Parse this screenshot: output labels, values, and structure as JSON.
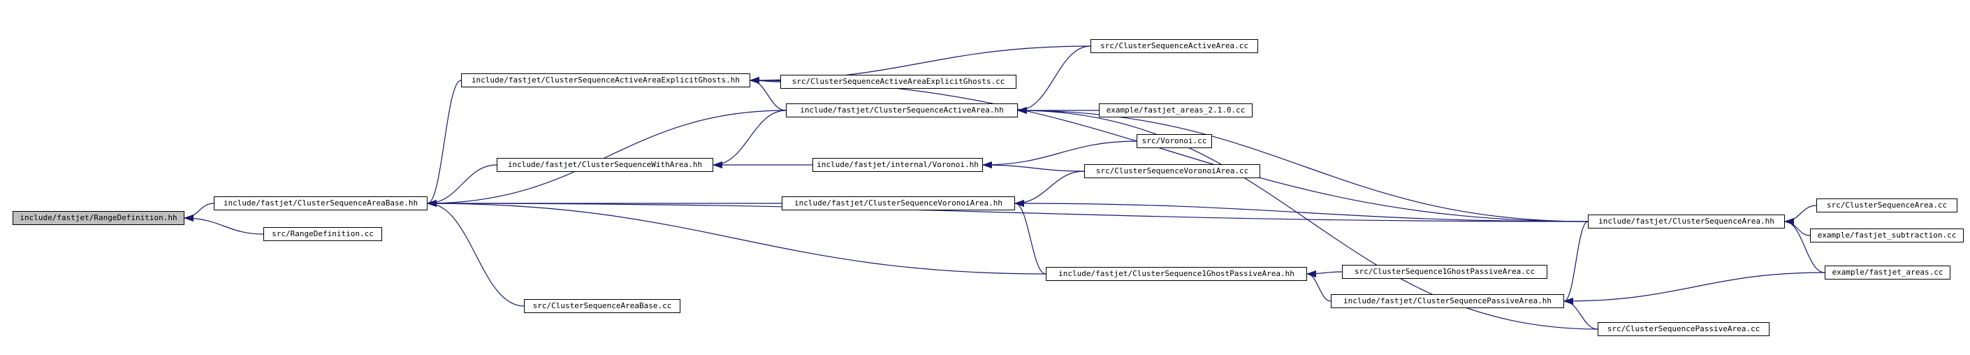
{
  "graph": {
    "root": "include/fastjet/RangeDefinition.hh",
    "colors": {
      "edge": "#191970",
      "root_fill": "#bfbfbf",
      "node_fill": "#ffffff",
      "node_border": "#000000"
    },
    "nodes": [
      {
        "id": "n_rangedef_hh",
        "label": "include/fastjet/RangeDefinition.hh"
      },
      {
        "id": "n_rangedef_cc",
        "label": "src/RangeDefinition.cc"
      },
      {
        "id": "n_csab_hh",
        "label": "include/fastjet/ClusterSequenceAreaBase.hh"
      },
      {
        "id": "n_csab_cc",
        "label": "src/ClusterSequenceAreaBase.cc"
      },
      {
        "id": "n_csaaeg_hh",
        "label": "include/fastjet/ClusterSequenceActiveAreaExplicitGhosts.hh"
      },
      {
        "id": "n_csaaeg_cc",
        "label": "src/ClusterSequenceActiveAreaExplicitGhosts.cc"
      },
      {
        "id": "n_cswa_hh",
        "label": "include/fastjet/ClusterSequenceWithArea.hh"
      },
      {
        "id": "n_csaa_hh",
        "label": "include/fastjet/ClusterSequenceActiveArea.hh"
      },
      {
        "id": "n_csaa_cc",
        "label": "src/ClusterSequenceActiveArea.cc"
      },
      {
        "id": "n_ex210_cc",
        "label": "example/fastjet_areas_2.1.0.cc"
      },
      {
        "id": "n_voronoi_h",
        "label": "include/fastjet/internal/Voronoi.hh"
      },
      {
        "id": "n_voronoi_cc",
        "label": "src/Voronoi.cc"
      },
      {
        "id": "n_csva_hh",
        "label": "include/fastjet/ClusterSequenceVoronoiArea.hh"
      },
      {
        "id": "n_csva_cc",
        "label": "src/ClusterSequenceVoronoiArea.cc"
      },
      {
        "id": "n_cs1gpa_hh",
        "label": "include/fastjet/ClusterSequence1GhostPassiveArea.hh"
      },
      {
        "id": "n_cs1gpa_cc",
        "label": "src/ClusterSequence1GhostPassiveArea.cc"
      },
      {
        "id": "n_cspa_hh",
        "label": "include/fastjet/ClusterSequencePassiveArea.hh"
      },
      {
        "id": "n_cspa_cc",
        "label": "src/ClusterSequencePassiveArea.cc"
      },
      {
        "id": "n_csa_hh",
        "label": "include/fastjet/ClusterSequenceArea.hh"
      },
      {
        "id": "n_csa_cc",
        "label": "src/ClusterSequenceArea.cc"
      },
      {
        "id": "n_exsub_cc",
        "label": "example/fastjet_subtraction.cc"
      },
      {
        "id": "n_exareas_cc",
        "label": "example/fastjet_areas.cc"
      }
    ],
    "edges": [
      [
        "n_rangedef_cc",
        "n_rangedef_hh"
      ],
      [
        "n_csab_hh",
        "n_rangedef_hh"
      ],
      [
        "n_csab_cc",
        "n_csab_hh"
      ],
      [
        "n_csaaeg_hh",
        "n_csab_hh"
      ],
      [
        "n_cswa_hh",
        "n_csab_hh"
      ],
      [
        "n_csaa_hh",
        "n_csab_hh"
      ],
      [
        "n_csva_hh",
        "n_csab_hh"
      ],
      [
        "n_csa_hh",
        "n_csab_hh"
      ],
      [
        "n_cs1gpa_hh",
        "n_csab_hh"
      ],
      [
        "n_csaaeg_cc",
        "n_csaaeg_hh"
      ],
      [
        "n_csaa_hh",
        "n_csaaeg_hh"
      ],
      [
        "n_csaa_cc",
        "n_csaaeg_hh"
      ],
      [
        "n_csa_hh",
        "n_csaaeg_hh"
      ],
      [
        "n_voronoi_h",
        "n_cswa_hh"
      ],
      [
        "n_csaa_hh",
        "n_cswa_hh"
      ],
      [
        "n_csaa_cc",
        "n_csaa_hh"
      ],
      [
        "n_ex210_cc",
        "n_csaa_hh"
      ],
      [
        "n_csa_hh",
        "n_csaa_hh"
      ],
      [
        "n_cspa_cc",
        "n_csaa_hh"
      ],
      [
        "n_voronoi_cc",
        "n_voronoi_h"
      ],
      [
        "n_csva_cc",
        "n_voronoi_h"
      ],
      [
        "n_csva_cc",
        "n_csva_hh"
      ],
      [
        "n_csa_hh",
        "n_csva_hh"
      ],
      [
        "n_cs1gpa_hh",
        "n_csva_hh"
      ],
      [
        "n_cs1gpa_cc",
        "n_cs1gpa_hh"
      ],
      [
        "n_cspa_hh",
        "n_cs1gpa_hh"
      ],
      [
        "n_cspa_cc",
        "n_cspa_hh"
      ],
      [
        "n_csa_hh",
        "n_cspa_hh"
      ],
      [
        "n_exareas_cc",
        "n_cspa_hh"
      ],
      [
        "n_csa_cc",
        "n_csa_hh"
      ],
      [
        "n_exsub_cc",
        "n_csa_hh"
      ],
      [
        "n_exareas_cc",
        "n_csa_hh"
      ]
    ]
  }
}
